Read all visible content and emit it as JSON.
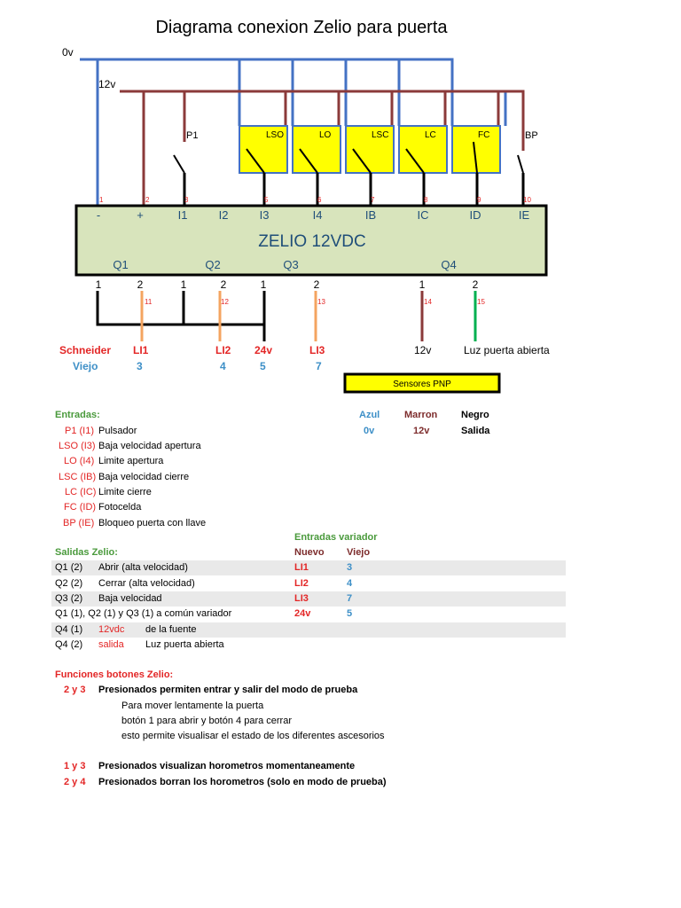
{
  "title": "Diagrama conexion Zelio para puerta",
  "rails": {
    "zero_v": "0v",
    "twelve_v": "12v"
  },
  "switches": [
    {
      "label": "P1"
    },
    {
      "label": "LSO"
    },
    {
      "label": "LO"
    },
    {
      "label": "LSC"
    },
    {
      "label": "LC"
    },
    {
      "label": "FC"
    },
    {
      "label": "BP"
    }
  ],
  "input_terminals": [
    "1",
    "2",
    "3",
    "5",
    "6",
    "7",
    "8",
    "9",
    "10"
  ],
  "input_labels": [
    "-",
    "+",
    "I1",
    "I2",
    "I3",
    "I4",
    "IB",
    "IC",
    "ID",
    "IE"
  ],
  "module_name": "ZELIO 12VDC",
  "output_groups": [
    "Q1",
    "Q2",
    "Q3",
    "Q4"
  ],
  "output_pins": [
    "1",
    "2",
    "1",
    "2",
    "1",
    "2",
    "1",
    "2"
  ],
  "output_terminals": [
    "11",
    "12",
    "13",
    "14",
    "15"
  ],
  "bottom": {
    "schneider": "Schneider",
    "viejo": "Viejo",
    "li1": "LI1",
    "li2": "LI2",
    "v24": "24v",
    "li3": "LI3",
    "n3": "3",
    "n4": "4",
    "n5": "5",
    "n7": "7",
    "v12": "12v",
    "luz": "Luz puerta abierta"
  },
  "sensors": {
    "title": "Sensores PNP",
    "colors": [
      "Azul",
      "Marron",
      "Negro"
    ],
    "values": [
      "0v",
      "12v",
      "Salida"
    ]
  },
  "entradas": {
    "title": "Entradas:",
    "items": [
      {
        "code": "P1 (I1)",
        "desc": "Pulsador"
      },
      {
        "code": "LSO (I3)",
        "desc": "Baja velocidad apertura"
      },
      {
        "code": "LO (I4)",
        "desc": "Limite apertura"
      },
      {
        "code": "LSC (IB)",
        "desc": "Baja velocidad cierre"
      },
      {
        "code": "LC (IC)",
        "desc": "Limite cierre"
      },
      {
        "code": "FC (ID)",
        "desc": "Fotocelda"
      },
      {
        "code": "BP (IE)",
        "desc": "Bloqueo puerta con llave"
      }
    ]
  },
  "variador": {
    "title": "Entradas variador",
    "nuevo": "Nuevo",
    "viejo": "Viejo"
  },
  "salidas": {
    "title": "Salidas Zelio:",
    "rows": [
      {
        "q": "Q1 (2)",
        "desc": "Abrir (alta velocidad)",
        "nuevo": "LI1",
        "viejo": "3"
      },
      {
        "q": "Q2 (2)",
        "desc": "Cerrar  (alta velocidad)",
        "nuevo": "LI2",
        "viejo": "4"
      },
      {
        "q": "Q3 (2)",
        "desc": "Baja velocidad",
        "nuevo": "LI3",
        "viejo": "7"
      },
      {
        "q": "Q1 (1), Q2 (1) y Q3 (1)  a común variador",
        "desc": "",
        "nuevo": "24v",
        "viejo": "5"
      },
      {
        "q": "Q4 (1)",
        "mid": "12vdc",
        "desc": "de la fuente",
        "nuevo": "",
        "viejo": ""
      },
      {
        "q": "Q4 (2)",
        "mid": "salida",
        "desc": "Luz puerta abierta",
        "nuevo": "",
        "viejo": ""
      }
    ]
  },
  "funciones": {
    "title": "Funciones botones Zelio:",
    "items": [
      {
        "keys": "2 y 3",
        "text": "Presionados permiten entrar y salir del modo de prueba"
      },
      {
        "keys": "",
        "text": "Para mover lentamente la puerta"
      },
      {
        "keys": "",
        "text": "botón 1 para abrir y botón 4 para cerrar"
      },
      {
        "keys": "",
        "text": "esto permite visualisar el estado de los diferentes ascesorios"
      },
      {
        "keys": "1 y 3",
        "text": "Presionados visualizan horometros momentaneamente"
      },
      {
        "keys": "2 y 4",
        "text": "Presionados borran los horometros (solo en modo de prueba)"
      }
    ]
  },
  "colors": {
    "blue_wire": "#4472c4",
    "brown_wire": "#8b3a3a",
    "black_wire": "#000000",
    "orange_wire": "#f4a460",
    "green_wire": "#00b050",
    "module_fill": "#d8e4bc",
    "yellow_box": "#ffff00",
    "red_text": "#e32626",
    "blue_text": "#3d8fc7",
    "green_text": "#4a9a3c",
    "brown_text": "#7d2c2c"
  }
}
